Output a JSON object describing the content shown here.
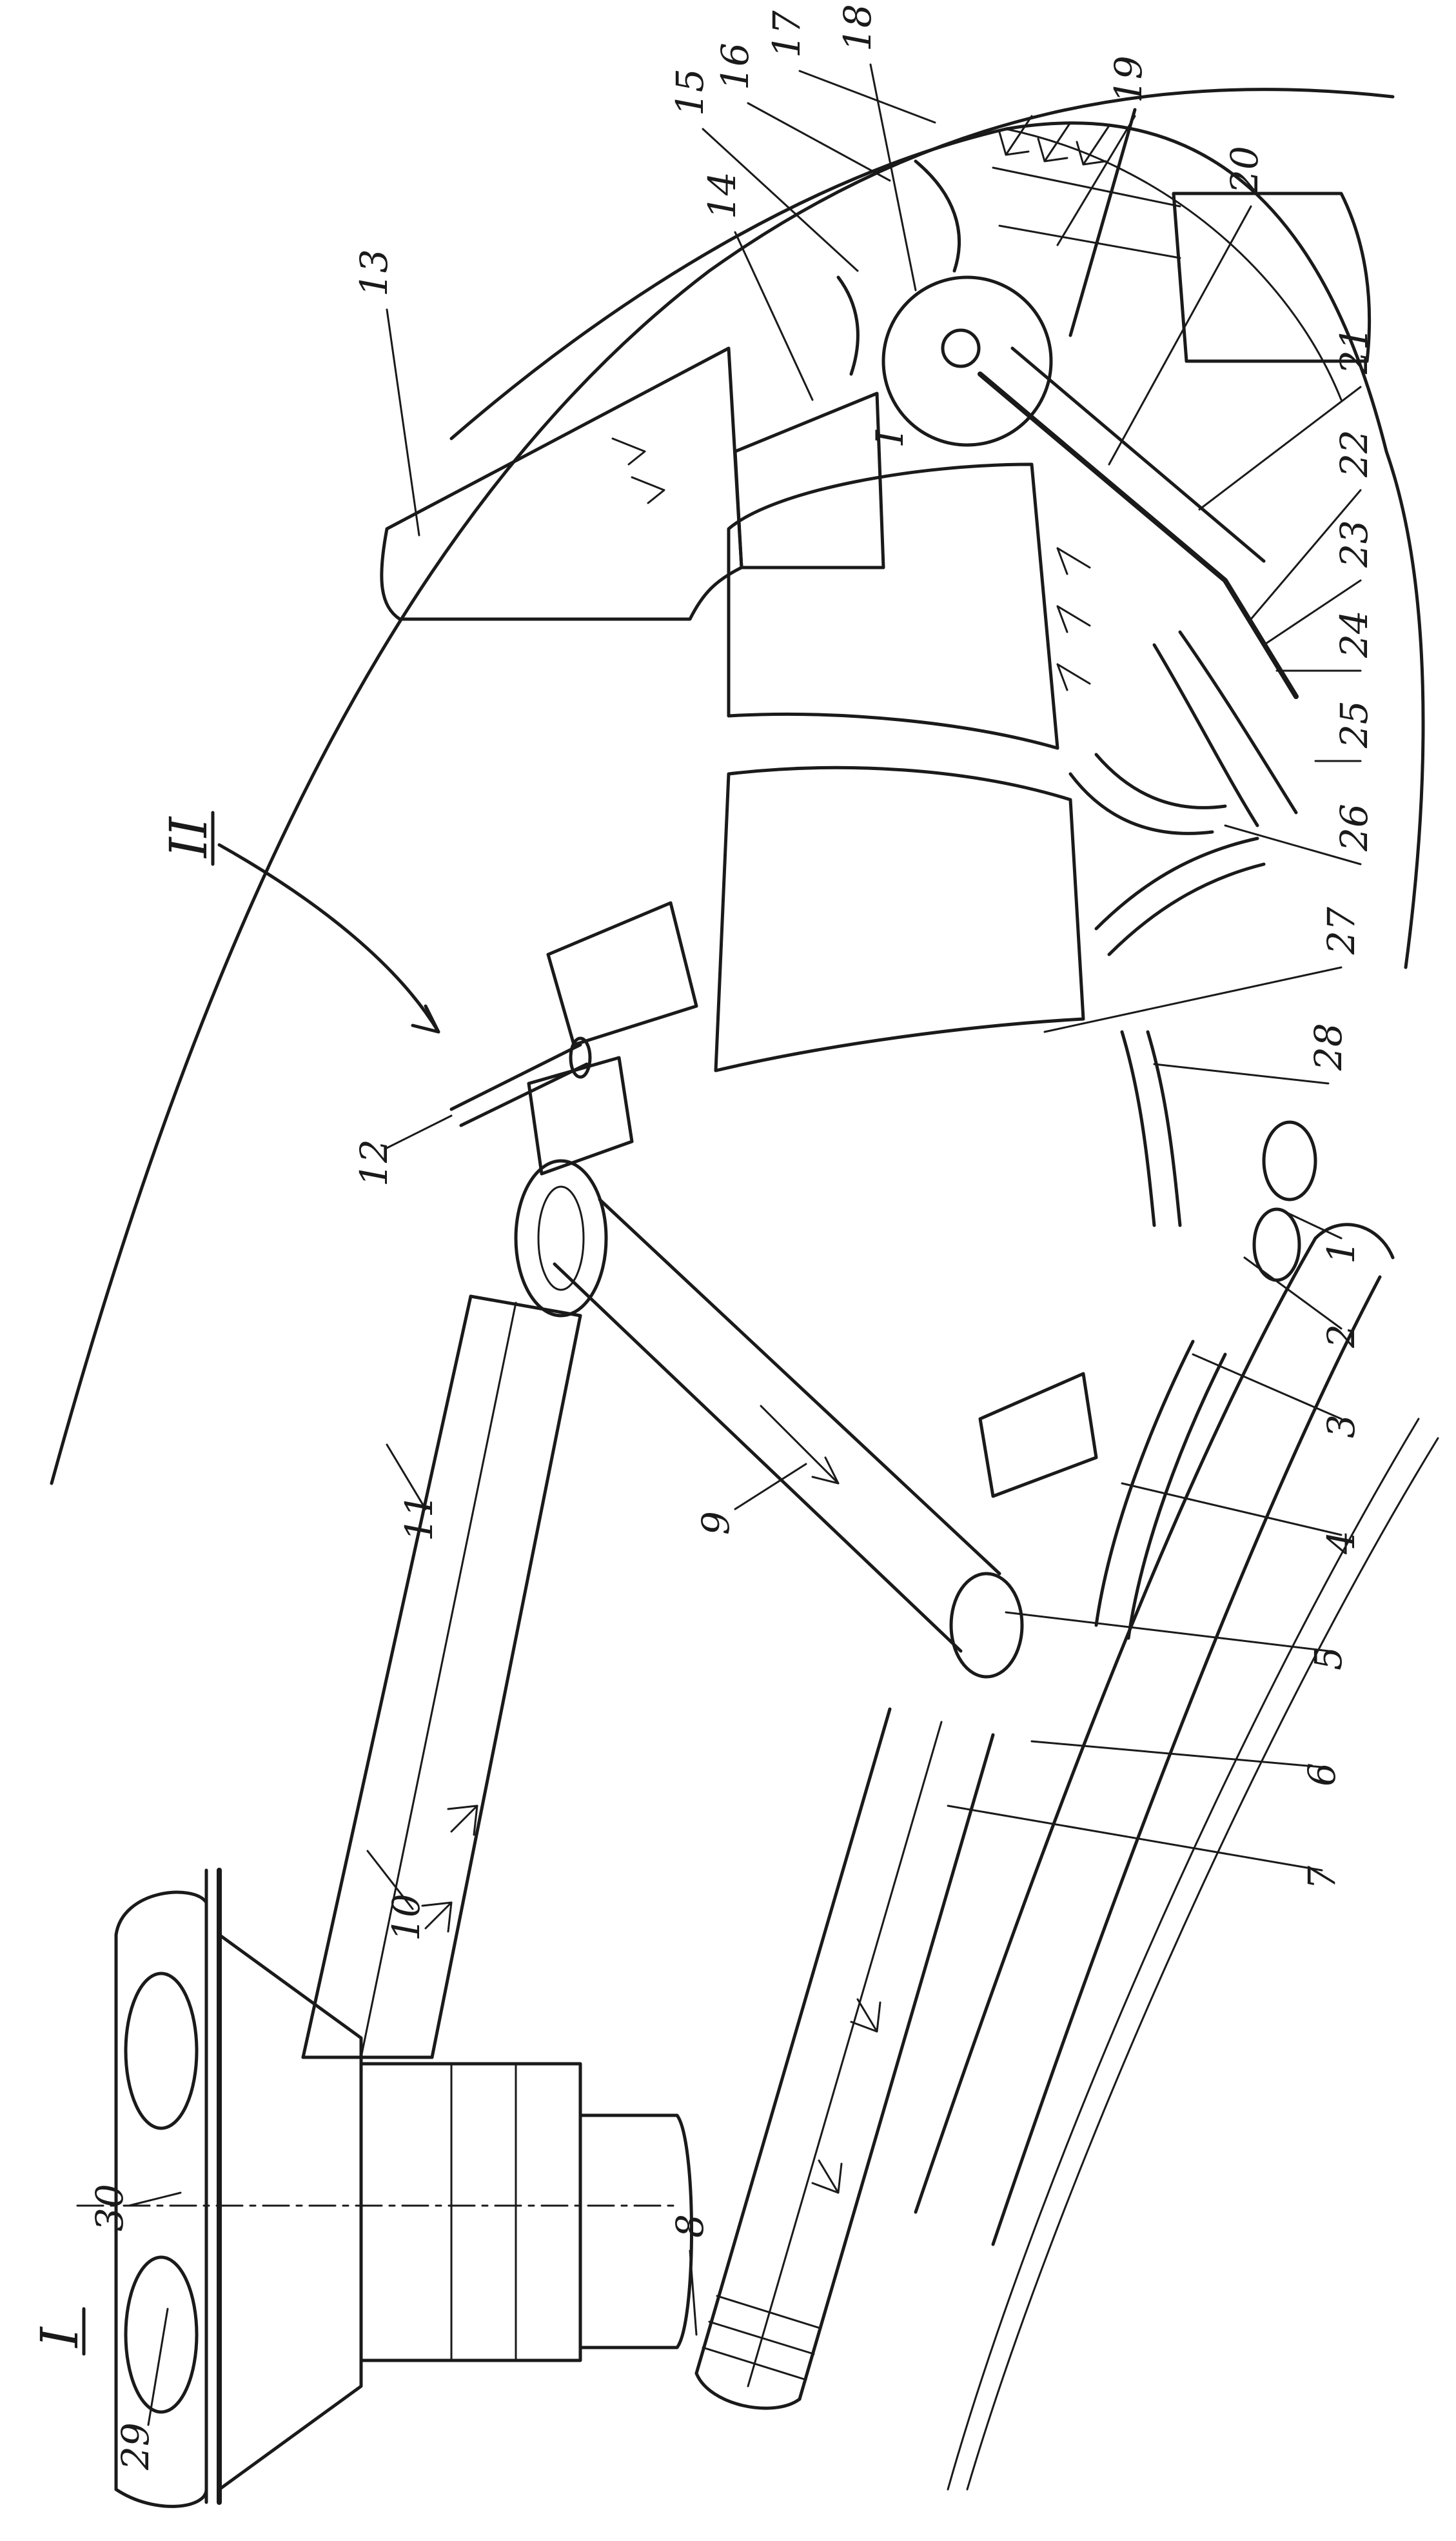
{
  "diagram": {
    "callouts": [
      {
        "id": "c1",
        "text": "1"
      },
      {
        "id": "c2",
        "text": "2"
      },
      {
        "id": "c3",
        "text": "3"
      },
      {
        "id": "c4",
        "text": "4"
      },
      {
        "id": "c5",
        "text": "5"
      },
      {
        "id": "c6",
        "text": "6"
      },
      {
        "id": "c7",
        "text": "7"
      },
      {
        "id": "c8",
        "text": "8"
      },
      {
        "id": "c9",
        "text": "9"
      },
      {
        "id": "c10",
        "text": "10"
      },
      {
        "id": "c11",
        "text": "11"
      },
      {
        "id": "c12",
        "text": "12"
      },
      {
        "id": "c13",
        "text": "13"
      },
      {
        "id": "c14",
        "text": "14"
      },
      {
        "id": "c15",
        "text": "15"
      },
      {
        "id": "c16",
        "text": "16"
      },
      {
        "id": "c17",
        "text": "17"
      },
      {
        "id": "c18",
        "text": "18"
      },
      {
        "id": "c19",
        "text": "19"
      },
      {
        "id": "c20",
        "text": "20"
      },
      {
        "id": "c21",
        "text": "21"
      },
      {
        "id": "c22",
        "text": "22"
      },
      {
        "id": "c23",
        "text": "23"
      },
      {
        "id": "c24",
        "text": "24"
      },
      {
        "id": "c25",
        "text": "25"
      },
      {
        "id": "c26",
        "text": "26"
      },
      {
        "id": "c27",
        "text": "27"
      },
      {
        "id": "c28",
        "text": "28"
      },
      {
        "id": "c29",
        "text": "29"
      },
      {
        "id": "c30",
        "text": "30"
      }
    ],
    "view_labels": {
      "detail_I": "I",
      "view_II": "II",
      "detail_circle_I": "I"
    }
  }
}
